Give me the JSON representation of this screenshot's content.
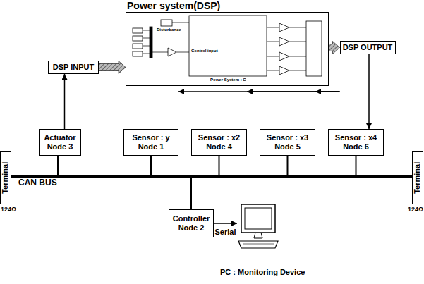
{
  "diagram": {
    "nodes": [
      {
        "text": [
          "Power system(DSP)"
        ]
      },
      {
        "text": [
          "DSP INPUT"
        ]
      },
      {
        "text": [
          "DSP OUTPUT"
        ]
      },
      {
        "text": [
          "Actuator Node 3"
        ]
      },
      {
        "text": [
          "Sensor : y Node 1"
        ]
      },
      {
        "text": [
          "Sensor : x2 Node 4"
        ]
      },
      {
        "text": [
          "Sensor : x3 Node 5"
        ]
      },
      {
        "text": [
          "Sensor : x4 Node 6"
        ]
      },
      {
        "text": [
          "Terminal"
        ]
      },
      {
        "text": [
          "Terminal"
        ]
      },
      {
        "text": [
          "Controller Node 2"
        ]
      },
      {
        "text": [
          "PC : Monitoring Device"
        ]
      }
    ],
    "edges": [
      {
        "from": 1,
        "to": 0,
        "arrow": "to"
      },
      {
        "from": 0,
        "to": 2,
        "arrow": "to"
      },
      {
        "from": 3,
        "to": 1,
        "arrow": "to"
      },
      {
        "from": 2,
        "to": 4,
        "arrow": "to"
      },
      {
        "from": 2,
        "to": 5,
        "arrow": "to"
      },
      {
        "from": 2,
        "to": 6,
        "arrow": "to"
      },
      {
        "from": 2,
        "to": 7,
        "arrow": "to"
      },
      {
        "from": 10,
        "to": 11,
        "label": "Serial",
        "arrow": "to"
      }
    ],
    "labels": [
      "CAN BUS",
      "124Ω",
      "124Ω",
      "Disturbance",
      "Control input",
      "Power System : G"
    ]
  }
}
